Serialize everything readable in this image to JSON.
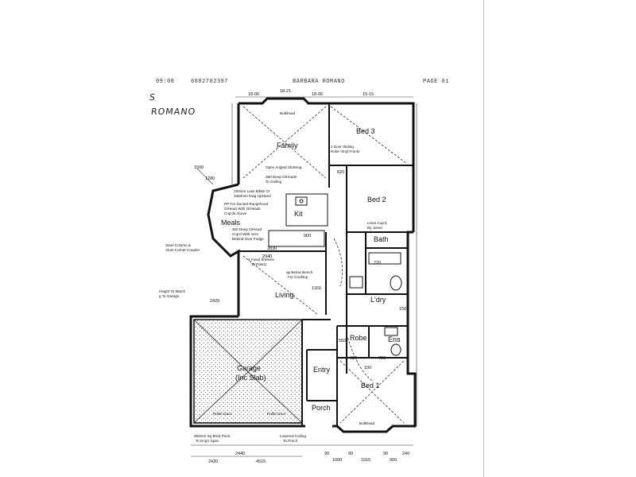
{
  "fax_header": {
    "time": "09:08",
    "phone": "0882702397",
    "name": "BARBARA ROMANO",
    "page": "PAGE 01"
  },
  "handwriting": {
    "initial": "S",
    "surname": "ROMANO"
  },
  "rooms": {
    "family": "Family",
    "bed3": "Bed 3",
    "bed2": "Bed 2",
    "meals": "Meals",
    "kit": "Kit",
    "bath": "Bath",
    "living": "Living",
    "ldry": "L'dry",
    "robe": "Robe",
    "ens": "Ens",
    "garage": "Garage",
    "garage_sub": "(Inc Slab)",
    "entry": "Entry",
    "bed1": "Bed 1",
    "porch": "Porch"
  },
  "notes": {
    "bulkhead_top": "Bulkhead",
    "robe_door": "2 Door Sliding",
    "robe_door2": "Robe Vinyl Fronts",
    "open_shelving": "Open Angled Shelving",
    "deep1": "380 Deep O/Heads",
    "deep1b": "To Ceiling",
    "bulkhead_kit1": "250mm Lass B/Bdr Or",
    "bulkhead_kit2": "1650mm Dwg Upstand",
    "pp1": "PP For Ducted Rangehood",
    "pp2": "O/Head With O/Heads",
    "pp3": "Cup'ds Above",
    "deep2": "300 Deep O/Head",
    "deep2b": "Cup'd With Vent",
    "deep2c": "Behind Over Fridge",
    "linen1": "Linen Cup'd",
    "linen2": "By Joiner",
    "column1": "Steel Column &",
    "column2": "Alum Corner Coupler",
    "shelves1": "4 Fixed Shelves",
    "shelves2": "To Pantry",
    "bench1": "ap Below Bench",
    "bench2": "For Cooktop",
    "height1": "Height To Match",
    "height2": "g To Garage",
    "roller_left": "Roller Door",
    "roller_right": "Roller Door",
    "piers1": "350mm Sq Brick Piers",
    "piers2": "To Eng's Spec",
    "lowered1": "Lowered Ceiling",
    "lowered2": "To Porch",
    "bulkhead_bed1": "Bulkhead"
  },
  "dimensions": {
    "top1": "18-06",
    "top2": "18-21",
    "top3": "18-06",
    "top4": "15-15",
    "d1500": "1500",
    "d1280": "1280",
    "d900": "900",
    "d2830": "2830",
    "d2940": "2940",
    "d1160": "1160",
    "d2420": "2420",
    "d720a": "720",
    "d720b": "720",
    "d820": "820",
    "d550": "550",
    "d100": "100",
    "d150": "150",
    "d720c": "720",
    "bottom_2440": "2440",
    "bottom_2420": "2420",
    "bottom_4515": "4515",
    "b90a": "90",
    "b90b": "90",
    "b90c": "90",
    "b240": "240",
    "b1000": "1000",
    "b1915": "1915",
    "b900": "900"
  }
}
